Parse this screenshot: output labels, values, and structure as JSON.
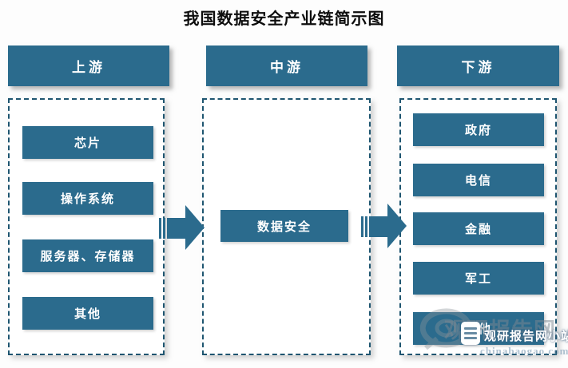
{
  "title": "我国数据安全产业链简示图",
  "colors": {
    "node_fill": "#2b6b8d",
    "dash_border": "#1e5570",
    "node_text": "#ffffff",
    "title_text": "#0d0d0d",
    "background": "#ffffff",
    "watermark_grey": "#7e8891"
  },
  "columns": [
    {
      "header": "上游",
      "items": [
        "芯片",
        "操作系统",
        "服务器、存储器",
        "其他"
      ]
    },
    {
      "header": "中游",
      "items": [
        "数据安全"
      ]
    },
    {
      "header": "下游",
      "items": [
        "政府",
        "电信",
        "金融",
        "军工",
        "其他"
      ]
    }
  ],
  "icons": {
    "flow_arrow": "striped-right-arrow",
    "watermark_logo": "magnifier-swirl-logo",
    "watermark_badge": "report-document-icon"
  },
  "watermark": {
    "brand": "观研报告网",
    "site_label": "观研报告网小站",
    "url": "chinabaogao.com"
  }
}
